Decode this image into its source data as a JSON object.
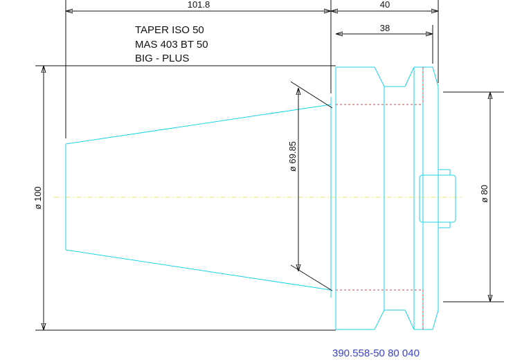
{
  "colors": {
    "background": "#ffffff",
    "dimension": "#111111",
    "outline": "#19d3e6",
    "hidden": "#e23c3c",
    "centerline": "#f4e67a",
    "part_number": "#3b43c8"
  },
  "notes": {
    "line1": "TAPER ISO 50",
    "line2": "MAS 403 BT 50",
    "line3": "BIG - PLUS"
  },
  "dimensions": {
    "taper_length": "101.8",
    "flange_overall": "40",
    "flange_inner": "38",
    "gauge_diameter": "ø 69.85",
    "flange_diameter": "ø 100",
    "bore_diameter": "ø 80"
  },
  "part_number": "390.558-50 80 040"
}
